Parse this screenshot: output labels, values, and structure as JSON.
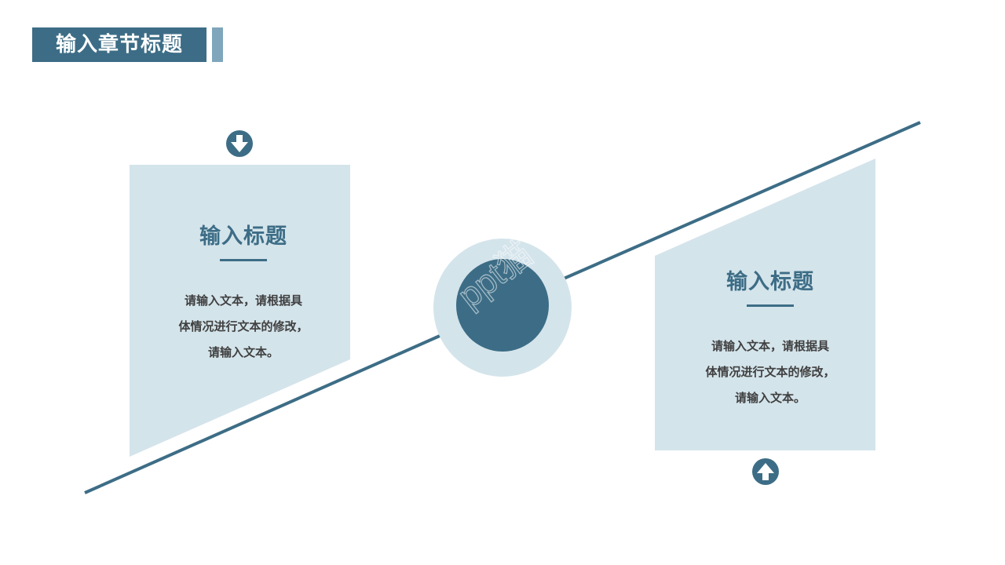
{
  "header": {
    "section_title": "输入章节标题"
  },
  "colors": {
    "primary": "#3d6d86",
    "accent": "#7fa6bb",
    "panel": "#d4e4eb",
    "text": "#404040"
  },
  "cards": [
    {
      "title": "输入标题",
      "lines": [
        "请输入文本，请根据具",
        "体情况进行文本的修改，",
        "请输入文本。"
      ],
      "icon": "arrow-down-circle-icon"
    },
    {
      "title": "输入标题",
      "lines": [
        "请输入文本，请根据具",
        "体情况进行文本的修改，",
        "请输入文本。"
      ],
      "icon": "arrow-up-circle-icon"
    }
  ],
  "center": {
    "icon": "circle-icon"
  },
  "watermark": "ppt猫"
}
